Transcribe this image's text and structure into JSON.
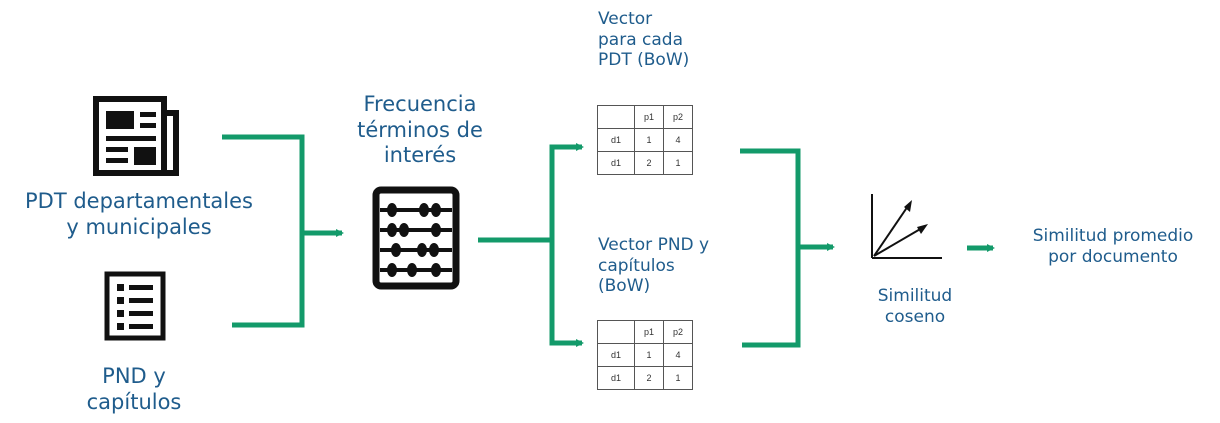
{
  "labels": {
    "pdt": [
      "PDT departamentales",
      "y municipales"
    ],
    "pnd": [
      "PND y",
      "capítulos"
    ],
    "frecuencia": [
      "Frecuencia",
      "términos de",
      "interés"
    ],
    "vector_pdt": [
      "Vector",
      "para cada",
      "PDT (BoW)"
    ],
    "vector_pnd": [
      "Vector PND y",
      "capítulos",
      "(BoW)"
    ],
    "similitud": [
      "Similitud",
      "coseno"
    ],
    "resultado": [
      "Similitud promedio",
      "por documento"
    ]
  },
  "table_pdt": {
    "header": [
      "",
      "p1",
      "p2"
    ],
    "rows": [
      [
        "d1",
        "1",
        "4"
      ],
      [
        "d1",
        "2",
        "1"
      ]
    ]
  },
  "table_pnd": {
    "header": [
      "",
      "p1",
      "p2"
    ],
    "rows": [
      [
        "d1",
        "1",
        "4"
      ],
      [
        "d1",
        "2",
        "1"
      ]
    ]
  },
  "icons": [
    "newspaper-icon",
    "checklist-icon",
    "abacus-icon",
    "vector-chart-icon"
  ],
  "colors": {
    "connector": "#139a6a",
    "text": "#1f5c8c",
    "icon": "#111111"
  }
}
